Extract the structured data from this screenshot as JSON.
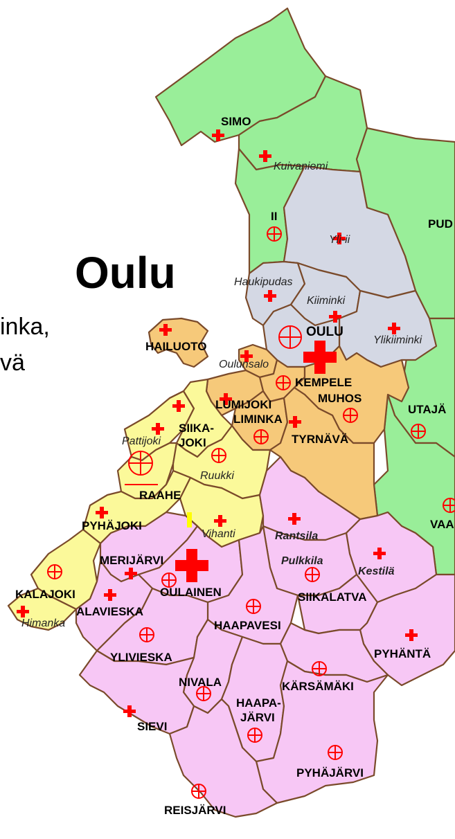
{
  "map": {
    "title": "Oulu",
    "left_text": [
      "inka,",
      "vä"
    ],
    "colors": {
      "green": "#99ee99",
      "grey": "#d4d8e4",
      "orange": "#f6c97a",
      "yellow": "#fbf99a",
      "pink": "#f7c7f5",
      "border": "#7a4a2a",
      "cross": "#ff0000"
    },
    "labels": {
      "simo": "SIMO",
      "kuivaniemi": "Kuivaniemi",
      "ii": "II",
      "yli_ii": "Yli-ii",
      "pud": "PUD",
      "haukipudas": "Haukipudas",
      "kiiminki": "Kiiminki",
      "oulu": "OULU",
      "ylikiiminki": "Ylikiiminki",
      "hailuoto": "HAILUOTO",
      "oulunsalo": "Oulunsalo",
      "kempele": "KEMPELE",
      "muhos": "MUHOS",
      "utaja": "UTAJÄ",
      "lumijoki": "LUMIJOKI",
      "liminka": "LIMINKA",
      "tyrnava": "TYRNÄVÄ",
      "siika": "SIIKA-",
      "joki": "JOKI",
      "pattijoki": "Pattijoki",
      "ruukki": "Ruukki",
      "raahe": "RAAHE",
      "pyhajoki": "PYHÄJOKI",
      "vihanti": "Vihanti",
      "rantsila": "Rantsila",
      "vaa": "VAA",
      "pulkkila": "Pulkkila",
      "kestila": "Kestilä",
      "merijarvi": "MERIJÄRVI",
      "oulainen": "OULAINEN",
      "siikalatva": "SIIKALATVA",
      "kalajoki": "KALAJOKI",
      "alavieska": "ALAVIESKA",
      "himanka": "Himanka",
      "haapavesi": "HAAPAVESI",
      "pyhanta": "PYHÄNTÄ",
      "ylivieska": "YLIVIESKA",
      "nivala": "NIVALA",
      "karsamaki": "KÄRSÄMÄKI",
      "sievi": "SIEVI",
      "haapa": "HAAPA-",
      "jarvi": "JÄRVI",
      "pyhajarvi": "PYHÄJÄRVI",
      "reisjarvi": "REISJÄRVI"
    }
  }
}
